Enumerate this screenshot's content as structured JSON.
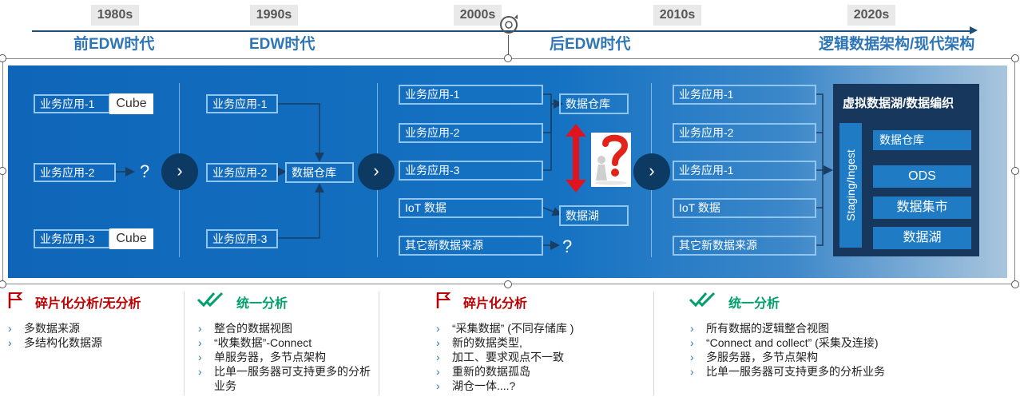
{
  "timeline": {
    "years": [
      "1980s",
      "1990s",
      "2000s",
      "2010s",
      "2020s"
    ],
    "eras": [
      "前EDW时代",
      "EDW时代",
      "后EDW时代",
      "逻辑数据架构/现代架构"
    ]
  },
  "col1": {
    "apps": [
      "业务应用-1",
      "业务应用-2",
      "业务应用-3"
    ],
    "cube": "Cube",
    "q": "?"
  },
  "col2": {
    "apps": [
      "业务应用-1",
      "业务应用-2",
      "业务应用-3"
    ],
    "target": "数据仓库"
  },
  "col3": {
    "sources": [
      "业务应用-1",
      "业务应用-2",
      "业务应用-3",
      "IoT 数据",
      "其它新数据来源"
    ],
    "warehouse": "数据仓库",
    "lake": "数据湖",
    "q": "?"
  },
  "col4": {
    "sources": [
      "业务应用-1",
      "业务应用-2",
      "业务应用-1",
      "IoT 数据",
      "其它新数据来源"
    ],
    "panel_title": "虚拟数据湖/数据编织",
    "staging": "Staging/Ingest",
    "targets": [
      "数据仓库",
      "ODS",
      "数据集市",
      "数据湖"
    ]
  },
  "chevron": "›",
  "bottom": [
    {
      "title": "碎片化分析/无分析",
      "type": "flag",
      "items": [
        "多数据来源",
        "多结构化数据源"
      ]
    },
    {
      "title": "统一分析",
      "type": "check",
      "items": [
        "整合的数据视图",
        "“收集数据”-Connect",
        "单服务器，多节点架构",
        "比单一服务器可支持更多的分析业务"
      ]
    },
    {
      "title": "碎片化分析",
      "type": "flag",
      "items": [
        "“采集数据” (不同存储库 )",
        "新的数据类型,",
        "加工、要求观点不一致",
        "重新的数据孤岛",
        "湖仓一体....?"
      ]
    },
    {
      "title": "统一分析",
      "type": "check",
      "items": [
        "所有数据的逻辑整合视图",
        "“Connect and collect”   (采集及连接)",
        "多服务器，多节点架构",
        "比单一服务器可支持更多的分析业务"
      ]
    }
  ],
  "colors": {
    "band": "#1572c2",
    "dark": "#17385c",
    "accent": "#2e75b6",
    "red": "#c00000",
    "green": "#00a06a"
  }
}
